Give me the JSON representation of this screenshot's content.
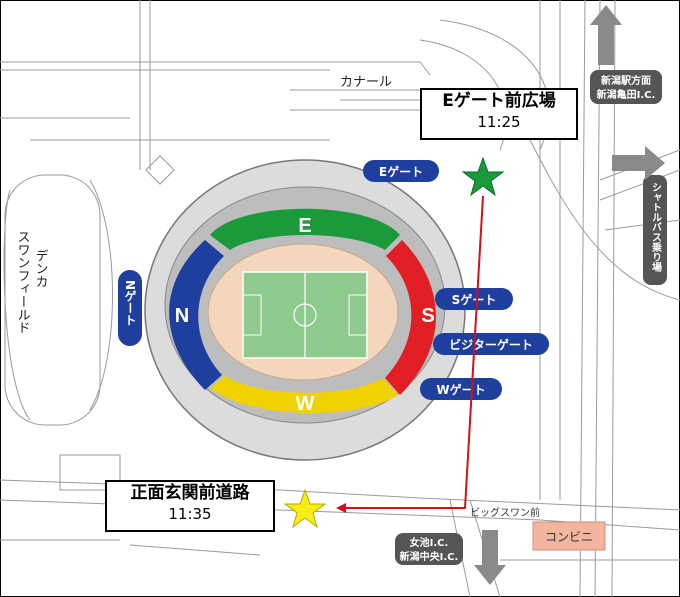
{
  "map": {
    "canal_label": "カナール",
    "field_label_lines": [
      "デンカ",
      "スワンフィールド"
    ],
    "konbini_label": "コンビニ",
    "bigswan_front_label": "ビッグスワン前",
    "sections": {
      "east": "E",
      "north": "N",
      "south": "S",
      "west": "W"
    },
    "section_colors": {
      "east": "#1a9a3a",
      "north": "#1f3f9e",
      "south": "#e01e24",
      "west": "#f0d200"
    },
    "gates": {
      "e_gate": "Eゲート",
      "n_gate": "Nゲート",
      "s_gate": "Sゲート",
      "vista_gate": "ビジターゲート",
      "w_gate": "Wゲート"
    },
    "directions": {
      "niigata_station": [
        "新潟駅方面",
        "新潟亀田I.C."
      ],
      "shuttle_bus": "シャトルバス乗り場",
      "megaike": [
        "女池I.C.",
        "新潟中央I.C."
      ]
    }
  },
  "callouts": {
    "e_plaza": {
      "title": "Eゲート前広場",
      "time": "11:25"
    },
    "front_road": {
      "title": "正面玄関前道路",
      "time": "11:35"
    }
  },
  "colors": {
    "gate_badge": "#1f3f9e",
    "route": "#d0101a",
    "star_green": "#1a9a3a",
    "star_yellow": "#f5ee10",
    "konbini": "#f2b6a0"
  },
  "icons": [
    "star-icon",
    "arrow-icon"
  ]
}
